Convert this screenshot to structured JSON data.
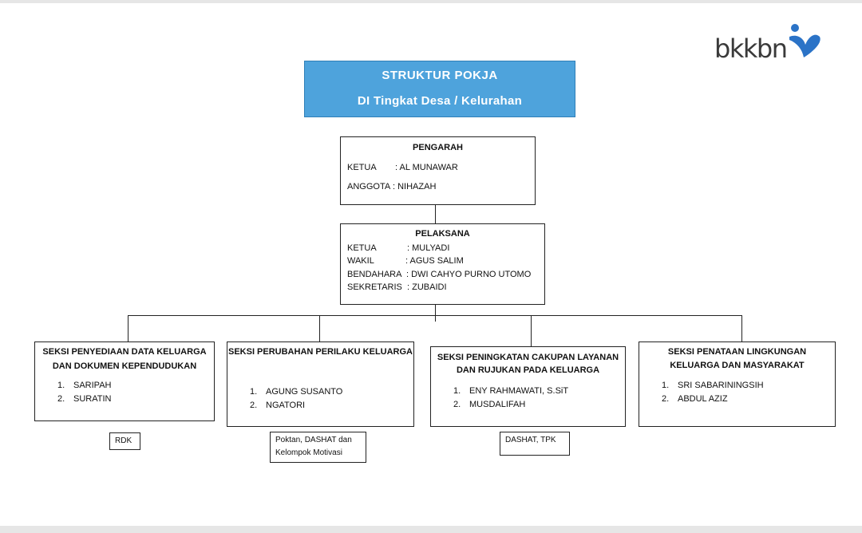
{
  "logo": {
    "text": "bkkbn"
  },
  "title": {
    "line1": "STRUKTUR POKJA",
    "line2": "DI Tingkat Desa / Kelurahan"
  },
  "pengarah": {
    "title": "PENGARAH",
    "rows": [
      {
        "label": "KETUA",
        "value": ":  AL MUNAWAR"
      },
      {
        "label": "ANGGOTA",
        "value": ":  NIHAZAH"
      }
    ]
  },
  "pelaksana": {
    "title": "PELAKSANA",
    "rows": [
      {
        "label": "KETUA",
        "value": ": MULYADI"
      },
      {
        "label": "WAKIL",
        "value": ": AGUS SALIM"
      },
      {
        "label": "BENDAHARA",
        "value": ": DWI CAHYO PURNO UTOMO"
      },
      {
        "label": "SEKRETARIS",
        "value": ": ZUBAIDI"
      }
    ]
  },
  "seksi": [
    {
      "title1": "SEKSI PENYEDIAAN DATA KELUARGA",
      "title2": "DAN DOKUMEN KEPENDUDUKAN",
      "members": [
        "SARIPAH",
        "SURATIN"
      ],
      "note1": "RDK",
      "note2": ""
    },
    {
      "title1": "SEKSI PERUBAHAN PERILAKU KELUARGA",
      "title2": "",
      "members": [
        "AGUNG SUSANTO",
        "NGATORI"
      ],
      "note1": "Poktan, DASHAT dan",
      "note2": "Kelompok Motivasi"
    },
    {
      "title1": "SEKSI PENINGKATAN CAKUPAN LAYANAN",
      "title2": "DAN RUJUKAN PADA KELUARGA",
      "members": [
        "ENY RAHMAWATI, S.SiT",
        "MUSDALIFAH"
      ],
      "note1": "DASHAT, TPK",
      "note2": ""
    },
    {
      "title1": "SEKSI PENATAAN LINGKUNGAN",
      "title2": "KELUARGA DAN MASYARAKAT",
      "members": [
        "SRI SABARININGSIH",
        "ABDUL AZIZ"
      ],
      "note1": "",
      "note2": ""
    }
  ],
  "colors": {
    "title_bg": "#4ea3dc",
    "logo_blue": "#2b73c7",
    "logo_text": "#3a3a3a"
  }
}
